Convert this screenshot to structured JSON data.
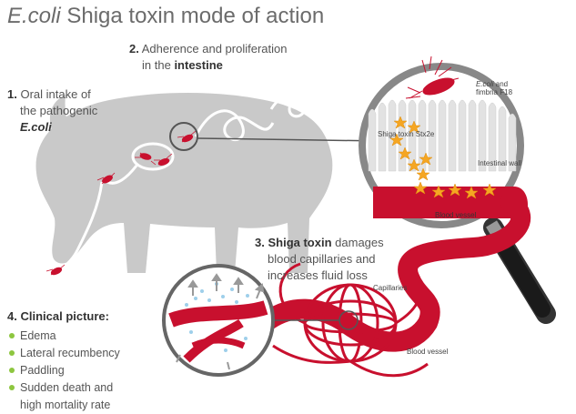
{
  "title": {
    "italic": "E.coli",
    "rest": " Shiga toxin mode of action"
  },
  "step1": {
    "num": "1.",
    "line1": "Oral intake of",
    "line2": "the pathogenic",
    "organism": "E.coli"
  },
  "step2": {
    "num": "2.",
    "line1": "Adherence and proliferation",
    "line2_pre": "in the",
    "line2_bold": "intestine"
  },
  "step3": {
    "num": "3.",
    "bold": "Shiga toxin",
    "line1_rest": "damages",
    "line2": "blood capillaries and",
    "line3": "increases fluid loss"
  },
  "step4": {
    "num": "4.",
    "bold": "Clinical picture:"
  },
  "symptoms": [
    "Edema",
    "Lateral recumbency",
    "Paddling",
    "Sudden death and",
    "high mortality rate"
  ],
  "magnifier_labels": {
    "ecoli_italic": "E.coli",
    "ecoli_rest": " and",
    "fimbria": "fimbria F18",
    "toxin": "Shiga toxin Stx2e",
    "wall": "Intestinal wall",
    "vessel": "Blood vessel"
  },
  "lower_labels": {
    "capillaries": "Capillaries",
    "vessel": "Blood vessel"
  },
  "colors": {
    "red": "#c8102e",
    "pig": "#c8c8c8",
    "star": "#f5a623",
    "bullet": "#8dc63f",
    "fluid": "#9ecfea"
  }
}
